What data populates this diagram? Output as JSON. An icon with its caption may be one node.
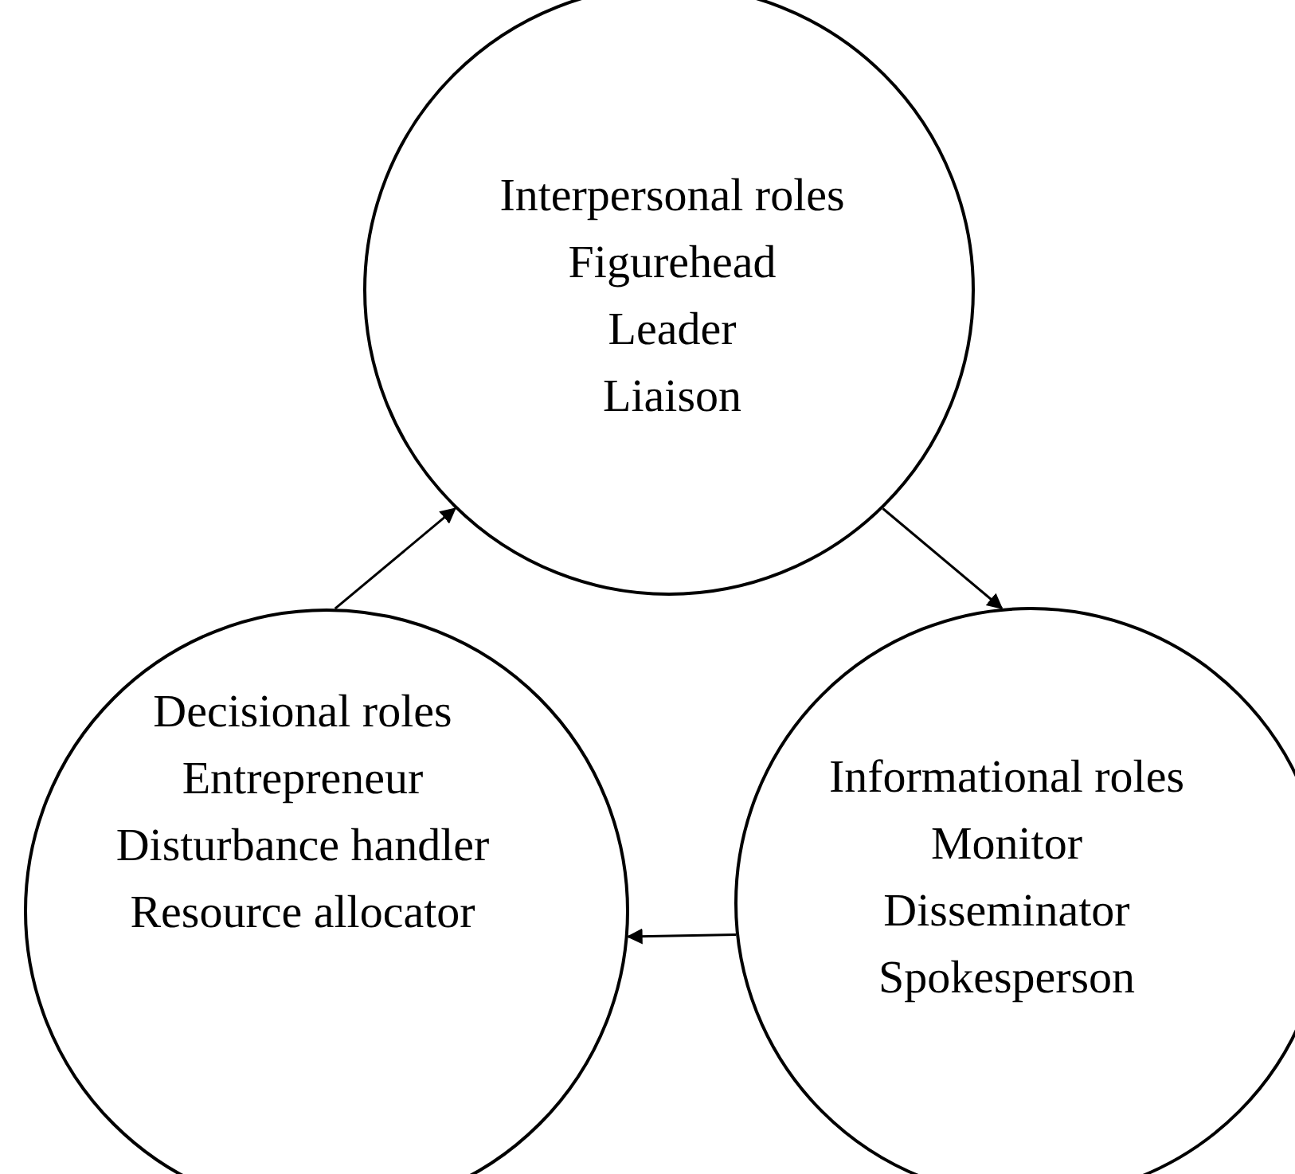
{
  "diagram": {
    "nodes": [
      {
        "text": [
          "Interpersonal roles",
          "Figurehead",
          "Leader",
          "Liaison"
        ]
      },
      {
        "text": [
          "Informational roles",
          "Monitor",
          "Disseminator",
          "Spokesperson"
        ]
      },
      {
        "text": [
          "Decisional roles",
          "Entrepreneur",
          "Disturbance handler",
          "Resource allocator"
        ]
      }
    ],
    "edges": [
      {
        "from": 0,
        "to": 1,
        "arrow": "to"
      },
      {
        "from": 1,
        "to": 2,
        "arrow": "to"
      },
      {
        "from": 2,
        "to": 0,
        "arrow": "to"
      }
    ]
  }
}
